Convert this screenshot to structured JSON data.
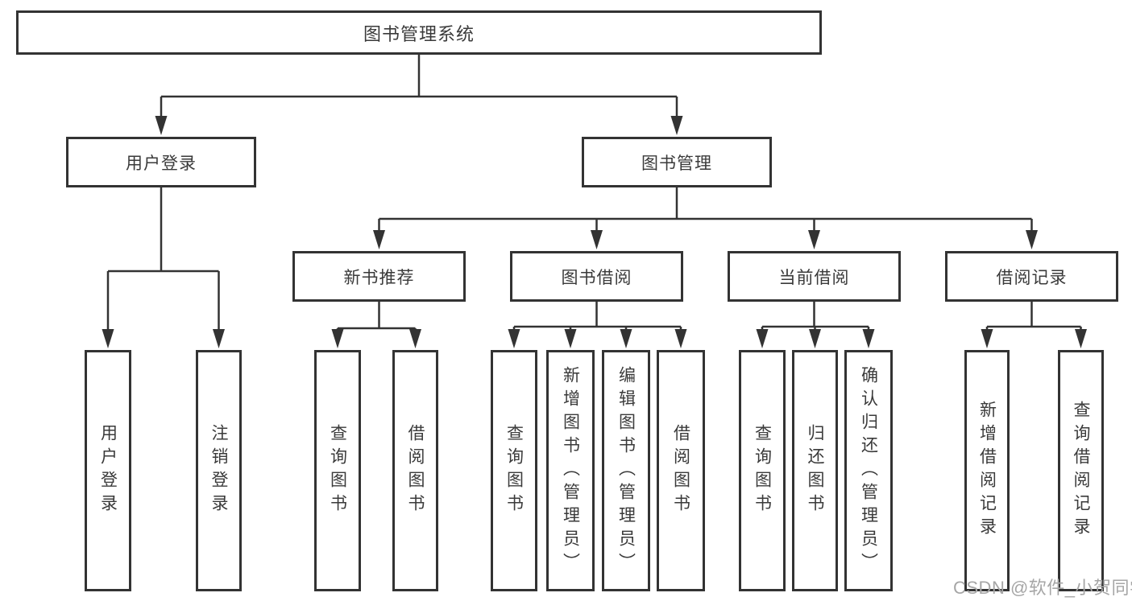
{
  "diagram_title": "图书管理系统",
  "tree": {
    "root": {
      "label": "图书管理系统",
      "children": [
        {
          "label": "用户登录",
          "children": [
            {
              "label": "用户登录"
            },
            {
              "label": "注销登录"
            }
          ]
        },
        {
          "label": "图书管理",
          "children": [
            {
              "label": "新书推荐",
              "children": [
                {
                  "label": "查询图书"
                },
                {
                  "label": "借阅图书"
                }
              ]
            },
            {
              "label": "图书借阅",
              "children": [
                {
                  "label": "查询图书"
                },
                {
                  "label": "新增图书（管理员）"
                },
                {
                  "label": "编辑图书（管理员）"
                },
                {
                  "label": "借阅图书"
                }
              ]
            },
            {
              "label": "当前借阅",
              "children": [
                {
                  "label": "查询图书"
                },
                {
                  "label": "归还图书"
                },
                {
                  "label": "确认归还（管理员）"
                }
              ]
            },
            {
              "label": "借阅记录",
              "children": [
                {
                  "label": "新增借阅记录"
                },
                {
                  "label": "查询借阅记录"
                }
              ]
            }
          ]
        }
      ]
    }
  },
  "watermark": {
    "text": "CSDN @软件_小贺同学"
  },
  "colors": {
    "line": "#333333",
    "text": "#3a3a3a",
    "background": "#ffffff",
    "watermark": "#a6a6a6"
  }
}
